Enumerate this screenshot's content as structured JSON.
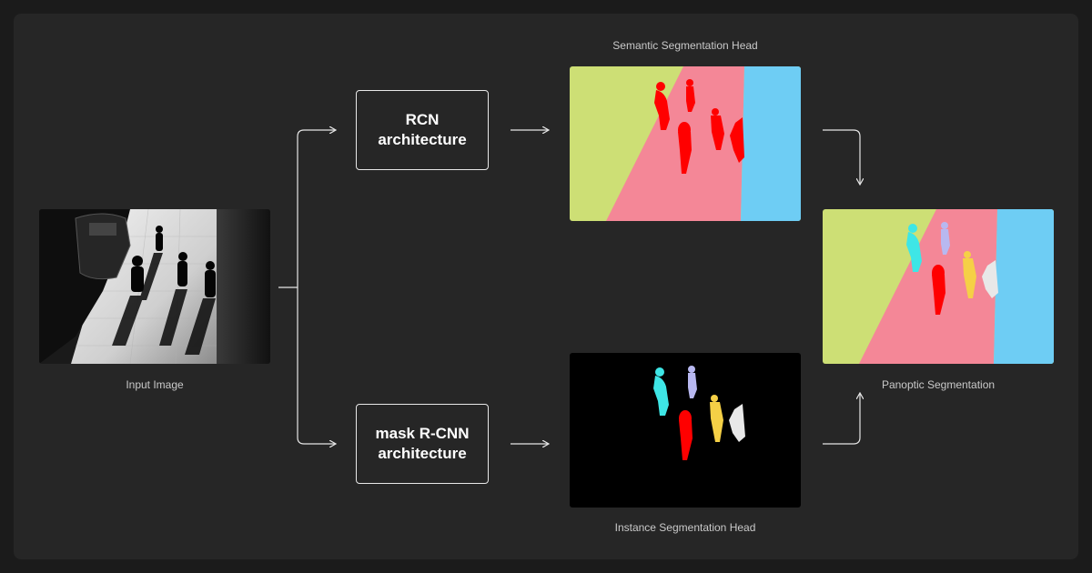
{
  "labels": {
    "input_image": "Input Image",
    "semantic_head": "Semantic Segmentation Head",
    "instance_head": "Instance Segmentation Head",
    "panoptic": "Panoptic Segmentation"
  },
  "boxes": {
    "rcn": {
      "line1": "RCN",
      "line2": "architecture"
    },
    "mask_rcnn": {
      "line1": "mask R-CNN",
      "line2": "architecture"
    }
  },
  "colors": {
    "background": "#262626",
    "grass": "#cddf75",
    "road": "#f48797",
    "sky": "#6ecdf4",
    "person_red": "#ff0000",
    "person_cyan": "#3ee6e6",
    "person_lavender": "#b8b8f0",
    "person_yellow": "#f5d046",
    "person_white": "#e8e8e8",
    "arrow": "#e6e6e6"
  }
}
